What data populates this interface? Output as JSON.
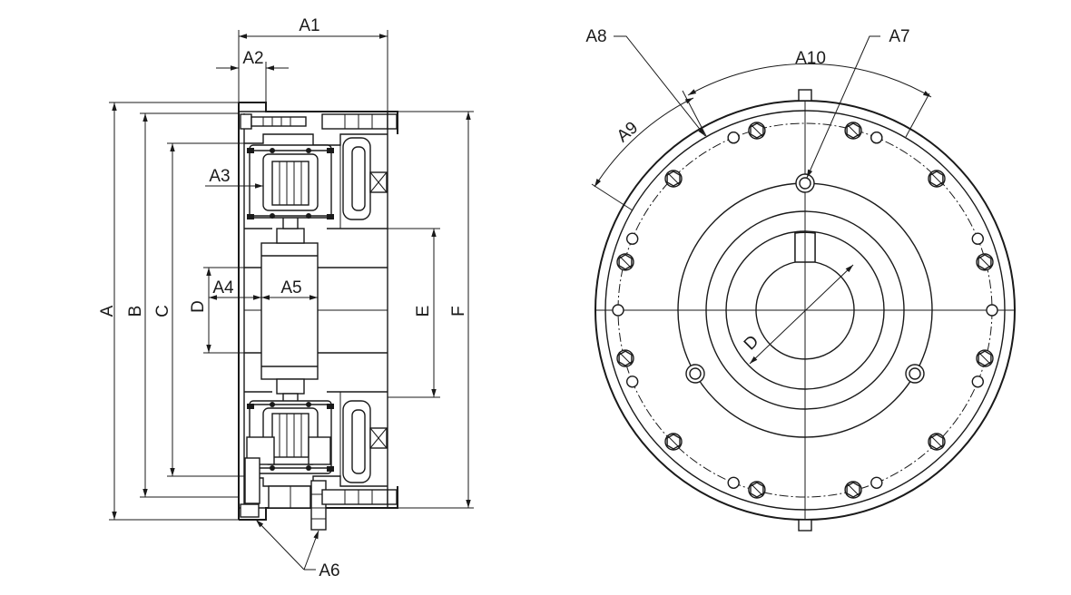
{
  "labels": {
    "A": "A",
    "B": "B",
    "C": "C",
    "D": "D",
    "E": "E",
    "F": "F",
    "A1": "A1",
    "A2": "A2",
    "A3": "A3",
    "A4": "A4",
    "A5": "A5",
    "A6": "A6",
    "A7": "A7",
    "A8": "A8",
    "A9": "A9",
    "A10": "A10"
  }
}
